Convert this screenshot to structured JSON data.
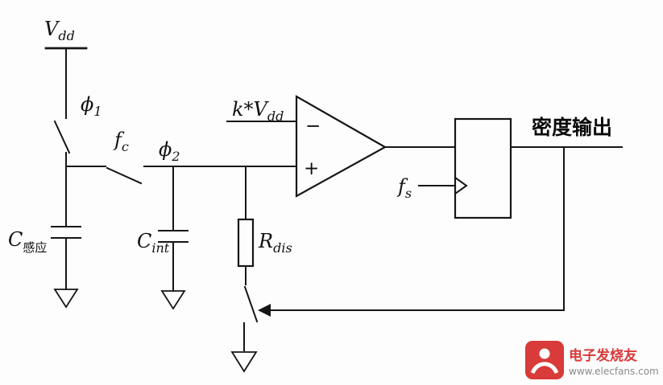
{
  "labels": {
    "vdd": {
      "main": "V",
      "sub": "dd"
    },
    "phi1": {
      "main": "ϕ",
      "sub": "1"
    },
    "fc": {
      "main": "f",
      "sub": "c"
    },
    "phi2": {
      "main": "ϕ",
      "sub": "2"
    },
    "c_sense": {
      "main": "C",
      "sub": "感应"
    },
    "c_int": {
      "main": "C",
      "sub": "int"
    },
    "r_dis": {
      "main": "R",
      "sub": "dis"
    },
    "k_vdd": {
      "main": "k*V",
      "sub": "dd"
    },
    "comparator_minus": "−",
    "comparator_plus": "+",
    "fs": {
      "main": "f",
      "sub": "s"
    },
    "output": "密度输出"
  },
  "watermark": {
    "brand": "电子发烧友",
    "url": "www.elecfans.com"
  },
  "colors": {
    "line": "#161616",
    "watermark_red": "#d93a3a",
    "watermark_gray": "#8a8a8a"
  }
}
